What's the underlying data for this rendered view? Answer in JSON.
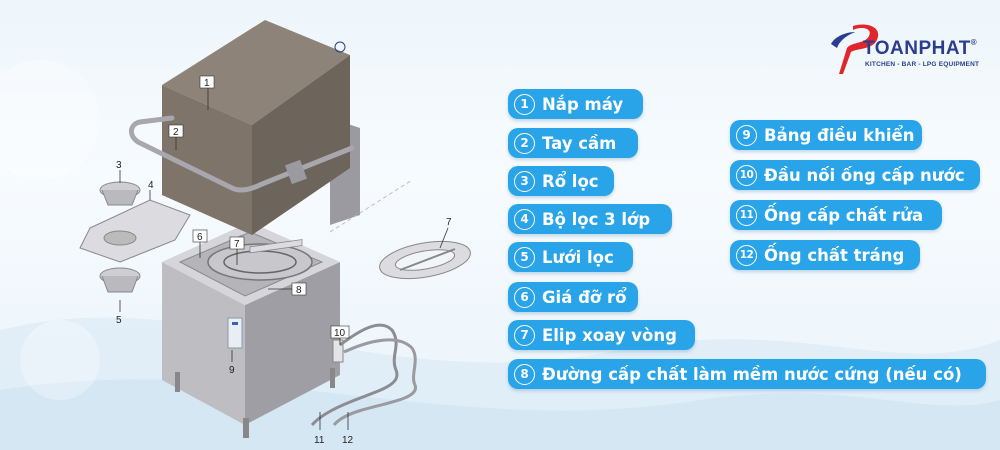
{
  "brand": {
    "name": "TOANPHAT",
    "registered": "®",
    "tagline": "KITCHEN - BAR - LPG EQUIPMENT"
  },
  "callouts": [
    "1",
    "2",
    "3",
    "4",
    "5",
    "6",
    "7",
    "8",
    "9",
    "10",
    "11",
    "12"
  ],
  "labels": [
    {
      "num": "1",
      "text": "Nắp máy"
    },
    {
      "num": "2",
      "text": "Tay cầm"
    },
    {
      "num": "3",
      "text": "Rổ lọc"
    },
    {
      "num": "4",
      "text": "Bộ lọc 3 lớp"
    },
    {
      "num": "5",
      "text": "Lưới lọc"
    },
    {
      "num": "6",
      "text": "Giá đỡ rổ"
    },
    {
      "num": "7",
      "text": "Elip xoay vòng"
    },
    {
      "num": "8",
      "text": "Đường cấp chất làm mềm nước cứng (nếu có)"
    },
    {
      "num": "9",
      "text": "Bảng điều khiển"
    },
    {
      "num": "10",
      "text": "Đầu nối ống cấp nước"
    },
    {
      "num": "11",
      "text": "Ống cấp chất rửa"
    },
    {
      "num": "12",
      "text": "Ống chất tráng"
    }
  ],
  "colors": {
    "label_bg": "#2aa4e8",
    "brand": "#2a3d8f",
    "logo_red": "#e0262b",
    "hood": "#8e8378",
    "steel": "#c9c9cc"
  }
}
